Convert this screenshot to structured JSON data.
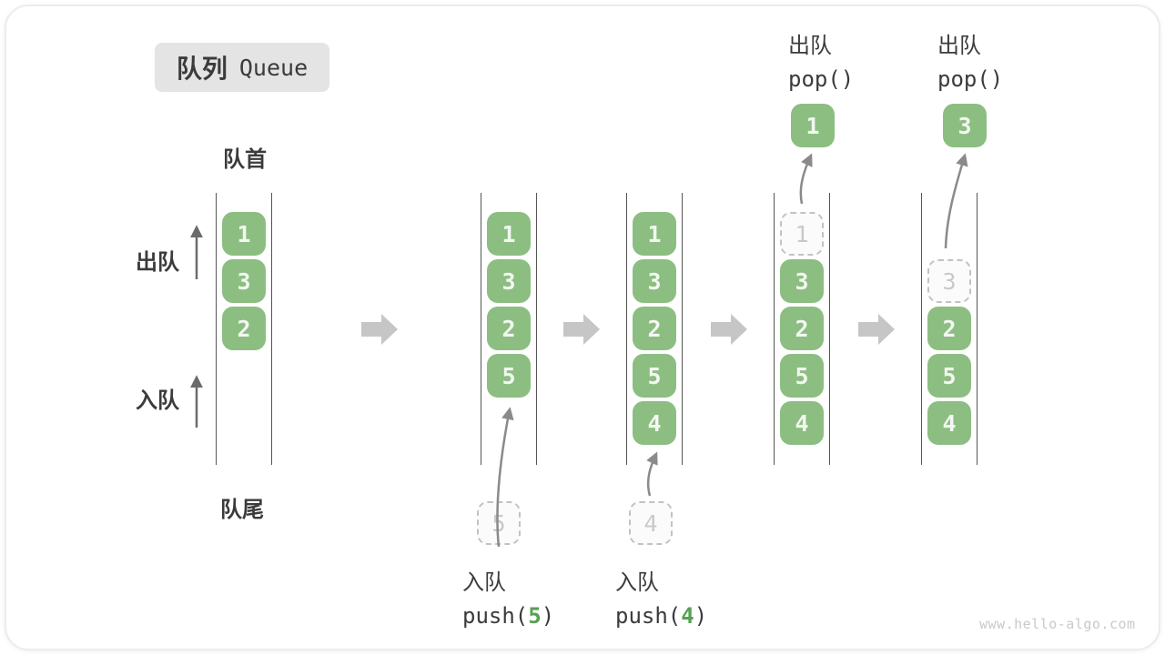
{
  "title": {
    "zh": "队列",
    "en": "Queue"
  },
  "side_labels": {
    "front": "队首",
    "rear": "队尾",
    "dequeue": "出队",
    "enqueue": "入队"
  },
  "columns": [
    {
      "cells": [
        {
          "v": "1",
          "type": "green"
        },
        {
          "v": "3",
          "type": "green"
        },
        {
          "v": "2",
          "type": "green"
        }
      ]
    },
    {
      "cells": [
        {
          "v": "1",
          "type": "green"
        },
        {
          "v": "3",
          "type": "green"
        },
        {
          "v": "2",
          "type": "green"
        },
        {
          "v": "5",
          "type": "green"
        }
      ]
    },
    {
      "cells": [
        {
          "v": "1",
          "type": "green"
        },
        {
          "v": "3",
          "type": "green"
        },
        {
          "v": "2",
          "type": "green"
        },
        {
          "v": "5",
          "type": "green"
        },
        {
          "v": "4",
          "type": "green"
        }
      ]
    },
    {
      "cells": [
        {
          "v": "1",
          "type": "ghost"
        },
        {
          "v": "3",
          "type": "green"
        },
        {
          "v": "2",
          "type": "green"
        },
        {
          "v": "5",
          "type": "green"
        },
        {
          "v": "4",
          "type": "green"
        }
      ]
    },
    {
      "cells": [
        {
          "v": "",
          "type": "spacer"
        },
        {
          "v": "3",
          "type": "ghost"
        },
        {
          "v": "2",
          "type": "green"
        },
        {
          "v": "5",
          "type": "green"
        },
        {
          "v": "4",
          "type": "green"
        }
      ]
    }
  ],
  "operations": {
    "push5": {
      "zh": "入队",
      "code_open": "push(",
      "arg": "5",
      "code_close": ")",
      "ghost_value": "5"
    },
    "push4": {
      "zh": "入队",
      "code_open": "push(",
      "arg": "4",
      "code_close": ")",
      "ghost_value": "4"
    },
    "pop1": {
      "zh": "出队",
      "code": "pop()",
      "popped_value": "1"
    },
    "pop3": {
      "zh": "出队",
      "code": "pop()",
      "popped_value": "3"
    }
  },
  "watermark": "www.hello-algo.com",
  "icons": {
    "flow_arrows": "right-block-arrow",
    "motion_arrows": "curved-up-arrow",
    "side_arrows": "up-arrow"
  },
  "colors": {
    "box_green": "#8cbe82",
    "accent_green": "#57a152",
    "badge_bg": "#e4e4e4",
    "text_dark": "#3b3b3b",
    "ghost_border": "#c2c2c2",
    "ghost_text": "#c9c9c9",
    "flow_arrow_gray": "#c6c6c6",
    "motion_arrow_gray": "#8a8a8a",
    "channel_line": "#555555"
  }
}
